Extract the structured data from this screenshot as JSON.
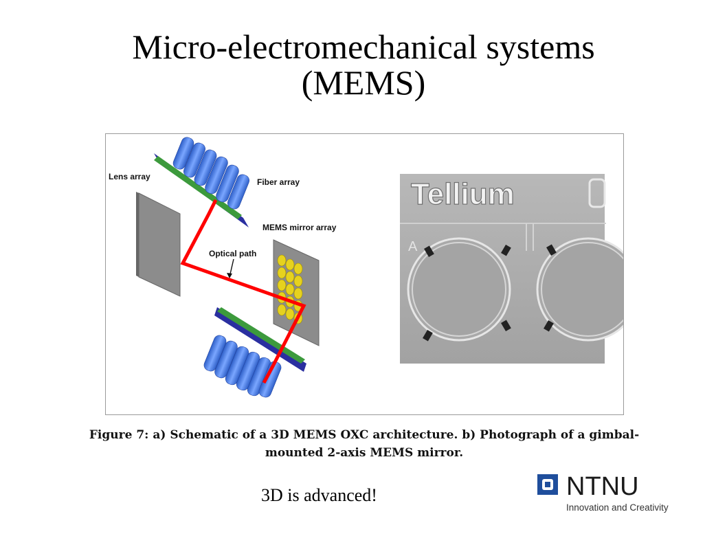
{
  "slide": {
    "title_line1": "Micro-electromechanical systems",
    "title_line2": "(MEMS)",
    "note": "3D is advanced!"
  },
  "figure": {
    "labels": {
      "lens_array": "Lens array",
      "fiber_array": "Fiber array",
      "mems_mirror_array": "MEMS mirror array",
      "optical_path": "Optical path"
    },
    "photo_brand": "Tellium",
    "photo_marker": "A",
    "caption_line1": "Figure 7: a) Schematic of a 3D MEMS OXC architecture. b) Photograph of a gimbal-",
    "caption_line2": "mounted 2-axis MEMS mirror."
  },
  "logo": {
    "name": "NTNU",
    "tagline": "Innovation and Creativity",
    "brand_color": "#1f4e9c"
  },
  "colors": {
    "optical_path": "#ff0000",
    "fiber": "#4a7fe0",
    "lens": "#3c9a3c",
    "mirror": "#e6d21e"
  }
}
